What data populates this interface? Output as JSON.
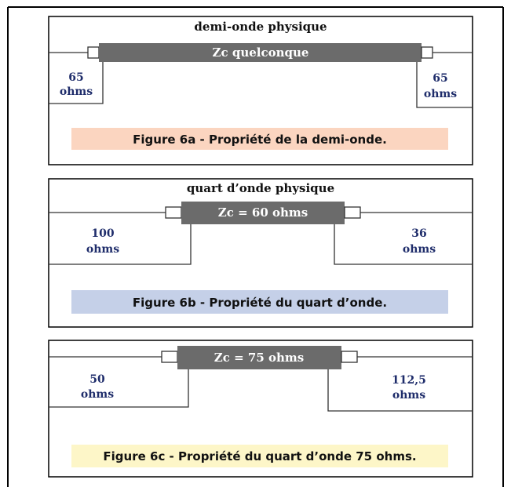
{
  "colors": {
    "frame": "#000000",
    "line_dark": "#3a3a3a",
    "bar": "#6b6b6b",
    "bar_text": "#ffffff",
    "ohm_text": "#1f2d6b",
    "caption_a_bg": "#fbd5c0",
    "caption_b_bg": "#c5d0e8",
    "caption_c_bg": "#fdf6c8"
  },
  "panel_a": {
    "title": "demi-onde physique",
    "line_label": "Zc quelconque",
    "left_value": "65",
    "left_unit": "ohms",
    "right_value": "65",
    "right_unit": "ohms",
    "caption": "Figure 6a - Propriété de la demi-onde."
  },
  "panel_b": {
    "title": "quart d’onde physique",
    "line_label": "Zc = 60 ohms",
    "left_value": "100",
    "left_unit": "ohms",
    "right_value": "36",
    "right_unit": "ohms",
    "caption": "Figure 6b - Propriété du quart d’onde."
  },
  "panel_c": {
    "line_label": "Zc = 75 ohms",
    "left_value": "50",
    "left_unit": "ohms",
    "right_value": "112,5",
    "right_unit": "ohms",
    "caption": "Figure 6c - Propriété du quart d’onde 75 ohms."
  }
}
